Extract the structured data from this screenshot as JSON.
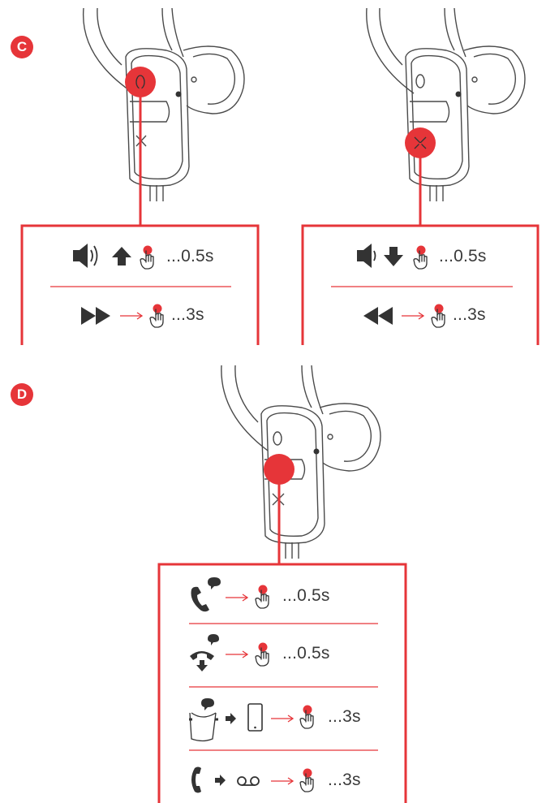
{
  "sections": {
    "c": {
      "label": "C"
    },
    "d": {
      "label": "D"
    }
  },
  "colors": {
    "accent": "#e63539",
    "line": "#4a4a4a",
    "icon": "#333333"
  },
  "panels": {
    "volume_up": {
      "rows": [
        {
          "icons": [
            "speaker-loud-icon",
            "arrow-up-icon",
            "finger-press-icon"
          ],
          "timing": "...0.5s"
        },
        {
          "icons": [
            "fast-forward-icon",
            "red-arrow-icon",
            "finger-press-icon"
          ],
          "timing": "...3s"
        }
      ]
    },
    "volume_down": {
      "rows": [
        {
          "icons": [
            "speaker-quiet-icon",
            "arrow-down-icon",
            "finger-press-icon"
          ],
          "timing": "...0.5s"
        },
        {
          "icons": [
            "rewind-icon",
            "red-arrow-icon",
            "finger-press-icon"
          ],
          "timing": "...3s"
        }
      ]
    },
    "multifunction": {
      "rows": [
        {
          "icons": [
            "phone-incoming-icon",
            "red-arrow-icon",
            "finger-press-icon"
          ],
          "timing": "...0.5s"
        },
        {
          "icons": [
            "phone-hangup-icon",
            "red-arrow-icon",
            "finger-press-icon"
          ],
          "timing": "...0.5s"
        },
        {
          "icons": [
            "headset-call-icon",
            "black-arrow-icon",
            "smartphone-icon",
            "red-arrow-icon",
            "finger-press-icon"
          ],
          "timing": "...3s"
        },
        {
          "icons": [
            "phone-handset-icon",
            "black-arrow-icon",
            "voicemail-icon",
            "red-arrow-icon",
            "finger-press-icon"
          ],
          "timing": "...3s"
        }
      ]
    }
  }
}
